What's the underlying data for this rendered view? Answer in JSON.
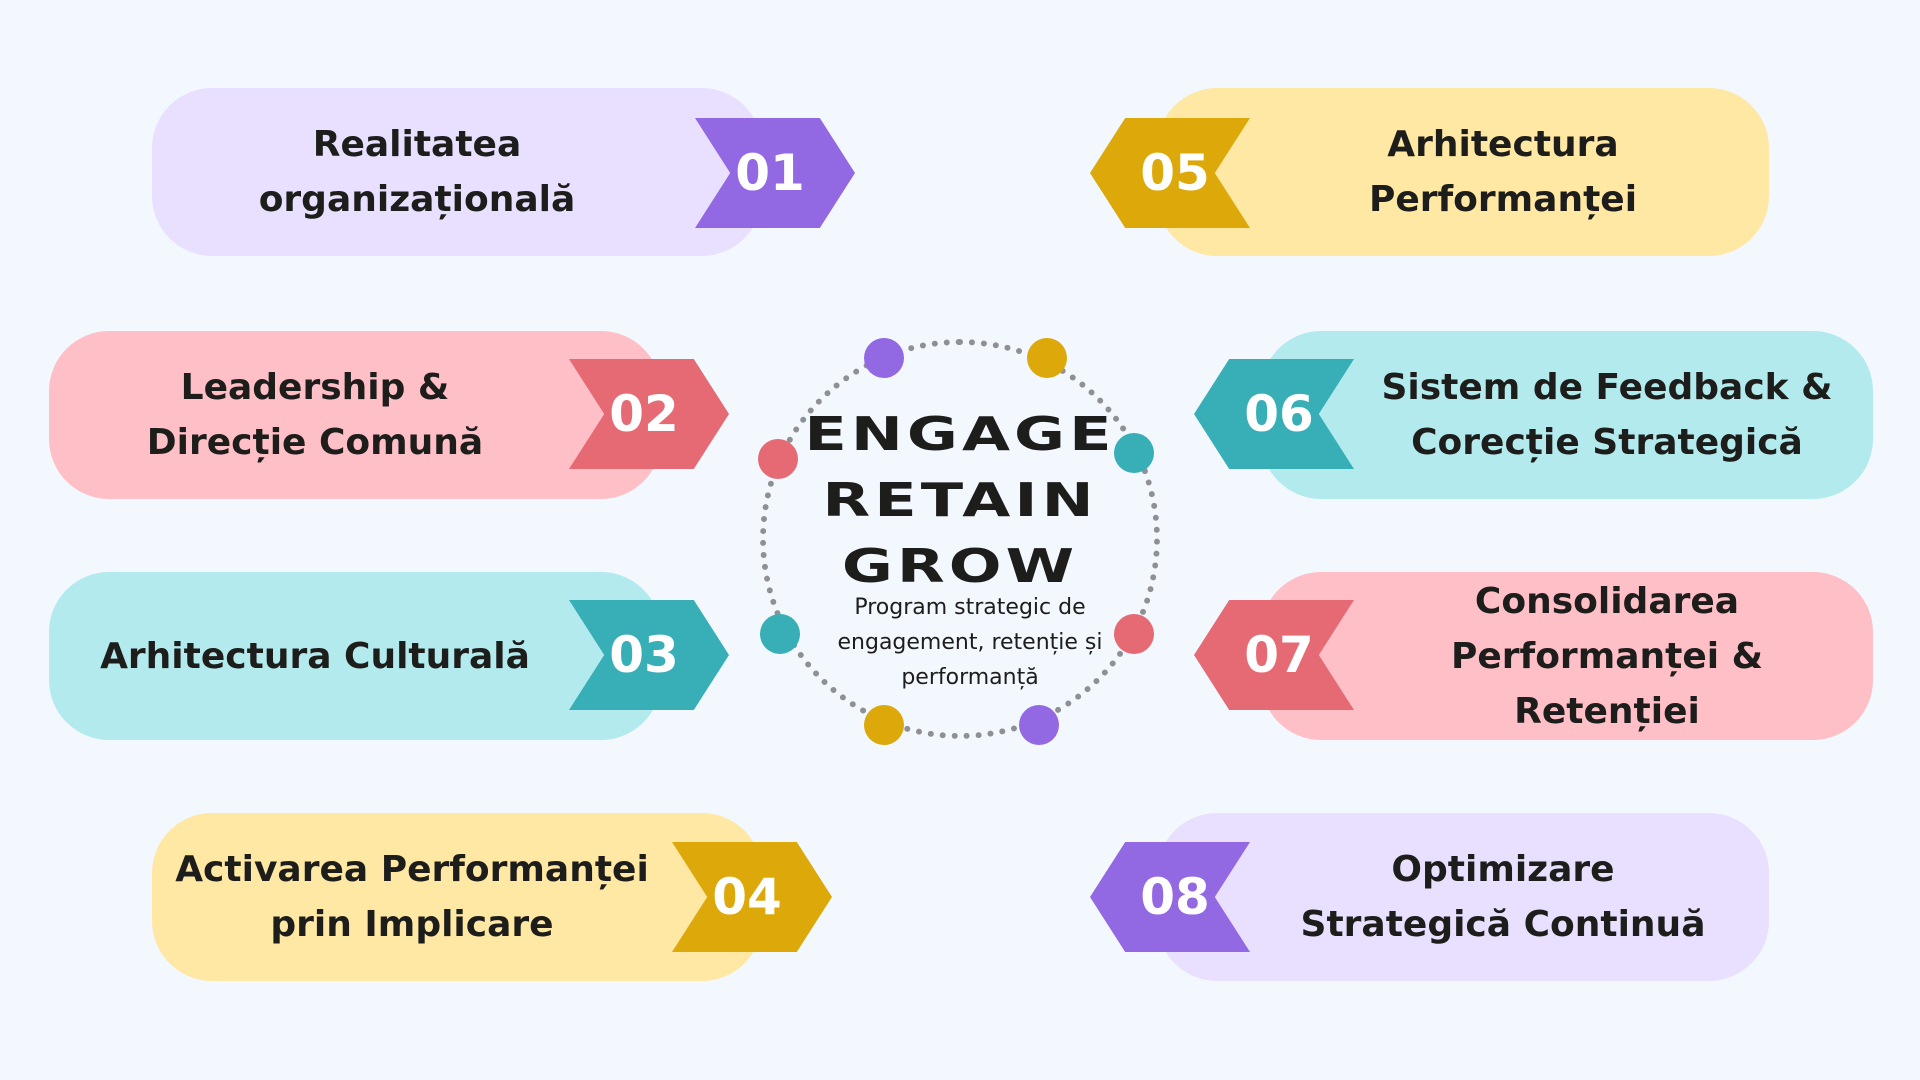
{
  "center": {
    "line1": "ENGAGE",
    "line2": "RETAIN",
    "line3": "GROW",
    "subtitle": "Program strategic de engagement, retenție și performanță"
  },
  "colors": {
    "purple": "#9368e3",
    "purple_light": "#e9e0ff",
    "red": "#e56a74",
    "red_light": "#ffbfc6",
    "teal": "#38aeb6",
    "teal_light": "#b3eaee",
    "yellow": "#dda80a",
    "yellow_light": "#ffe7a4",
    "background": "#f3f8ff"
  },
  "steps": [
    {
      "number": "01",
      "lines": [
        "Realitatea",
        "organizațională"
      ]
    },
    {
      "number": "02",
      "lines": [
        "Leadership &",
        "Direcție Comună"
      ]
    },
    {
      "number": "03",
      "lines": [
        "Arhitectura Culturală"
      ]
    },
    {
      "number": "04",
      "lines": [
        "Activarea Performanței",
        "prin Implicare"
      ]
    },
    {
      "number": "05",
      "lines": [
        "Arhitectura",
        "Performanței"
      ]
    },
    {
      "number": "06",
      "lines": [
        "Sistem de Feedback &",
        "Corecție Strategică"
      ]
    },
    {
      "number": "07",
      "lines": [
        "Consolidarea",
        "Performanței &",
        "Retenției"
      ]
    },
    {
      "number": "08",
      "lines": [
        "Optimizare",
        "Strategică Continuă"
      ]
    }
  ]
}
